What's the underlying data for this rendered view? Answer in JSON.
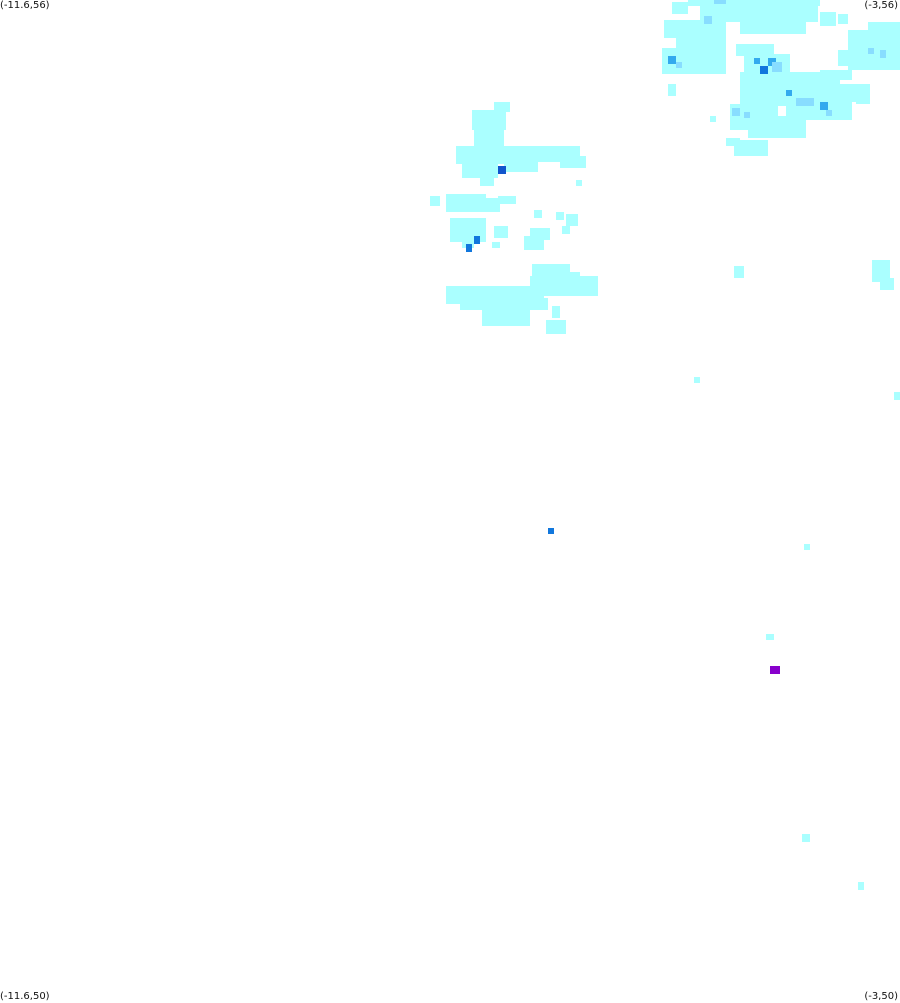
{
  "map": {
    "corners": {
      "top_left": "(-11.6,56)",
      "top_right": "(-3,56)",
      "bottom_left": "(-11.6,50)",
      "bottom_right": "(-3,50)"
    },
    "extent": {
      "lon_min": -11.6,
      "lon_max": -3,
      "lat_min": 50,
      "lat_max": 56
    },
    "colors": {
      "background": "#ffffff",
      "light": "#aaffff",
      "medium_light": "#88ddff",
      "medium": "#33aaee",
      "dark": "#1177dd",
      "darker": "#1155cc",
      "accent": "#8800cc"
    }
  }
}
